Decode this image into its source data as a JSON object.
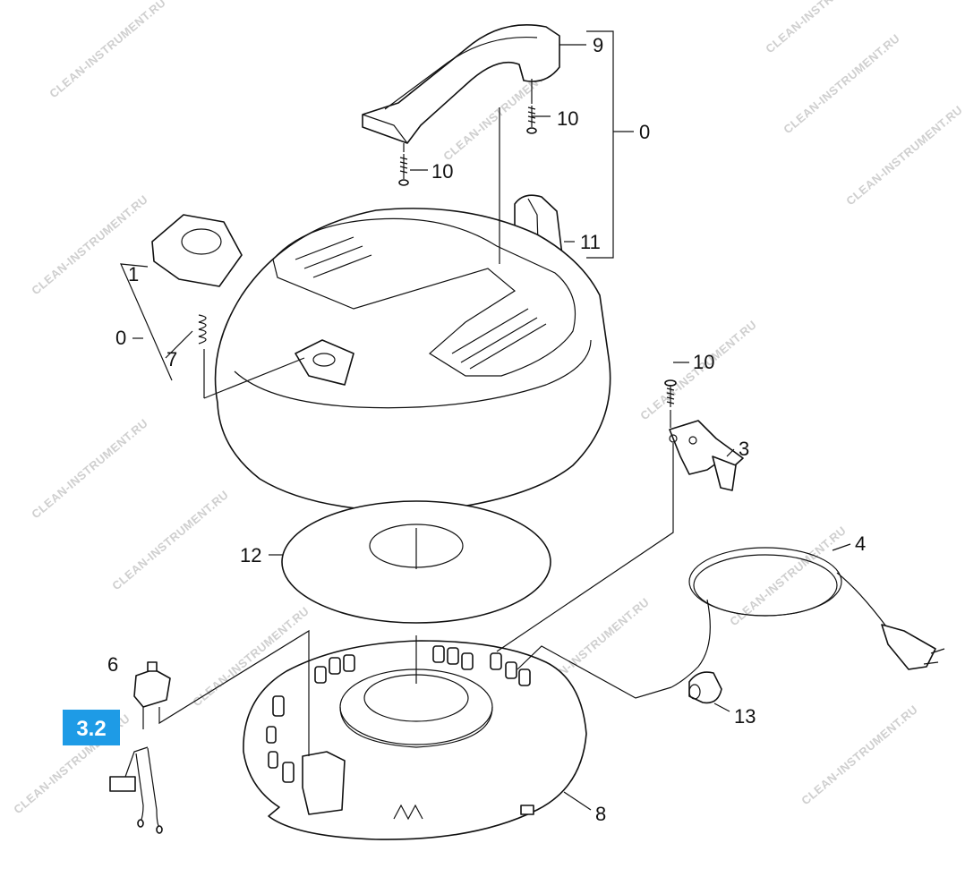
{
  "callouts": {
    "c9": "9",
    "c10a": "10",
    "c10b": "10",
    "c0top": "0",
    "c11": "11",
    "c1": "1",
    "c0left": "0",
    "c7": "7",
    "c10c": "10",
    "c3": "3",
    "c12": "12",
    "c4": "4",
    "c6": "6",
    "c13": "13",
    "c8": "8"
  },
  "badge": {
    "label": "3.2",
    "color": "#1e9be6"
  },
  "watermark": "CLEAN-INSTRUMENT.RU"
}
